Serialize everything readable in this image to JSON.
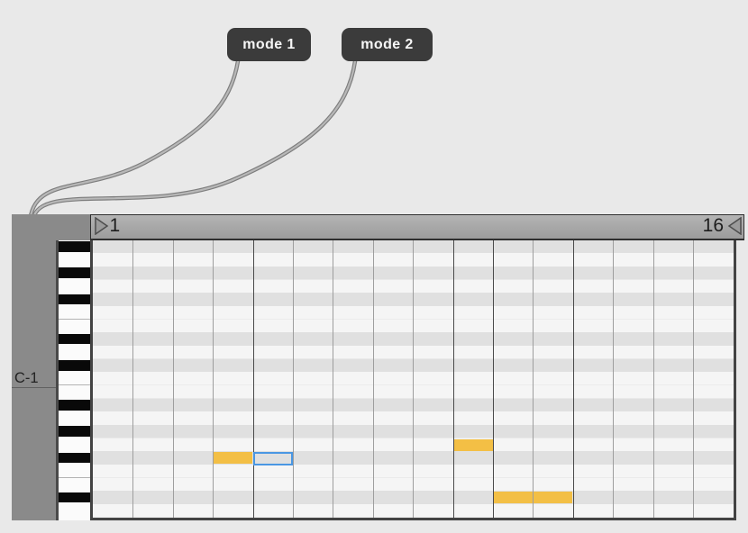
{
  "buttons": [
    {
      "label": "mode 1"
    },
    {
      "label": "mode 2"
    }
  ],
  "sequencer": {
    "ruler": {
      "start": "1",
      "end": "16"
    },
    "octave_label": "C-1",
    "columns": 16,
    "rows": 21,
    "black_key_rows": [
      0,
      2,
      4,
      7,
      9,
      12,
      14,
      16,
      19
    ],
    "white_gap_rows": [
      6,
      11,
      18
    ],
    "c_note_row": 10,
    "emphasized_column_lines": [
      4,
      9,
      10,
      12
    ],
    "notes": [
      {
        "col": 3,
        "row": 16,
        "span": 1
      },
      {
        "col": 9,
        "row": 15,
        "span": 1
      },
      {
        "col": 10,
        "row": 19,
        "span": 2
      }
    ],
    "selected_cell": {
      "col": 4,
      "row": 16
    }
  },
  "colors": {
    "note": "#F3BF45",
    "selection": "#4A97E3",
    "stripe_dark": "#E0E0E0",
    "stripe_light": "#F5F5F5",
    "column_line": "#9E9E9E",
    "column_line_emphasized": "#4A4A4A"
  }
}
